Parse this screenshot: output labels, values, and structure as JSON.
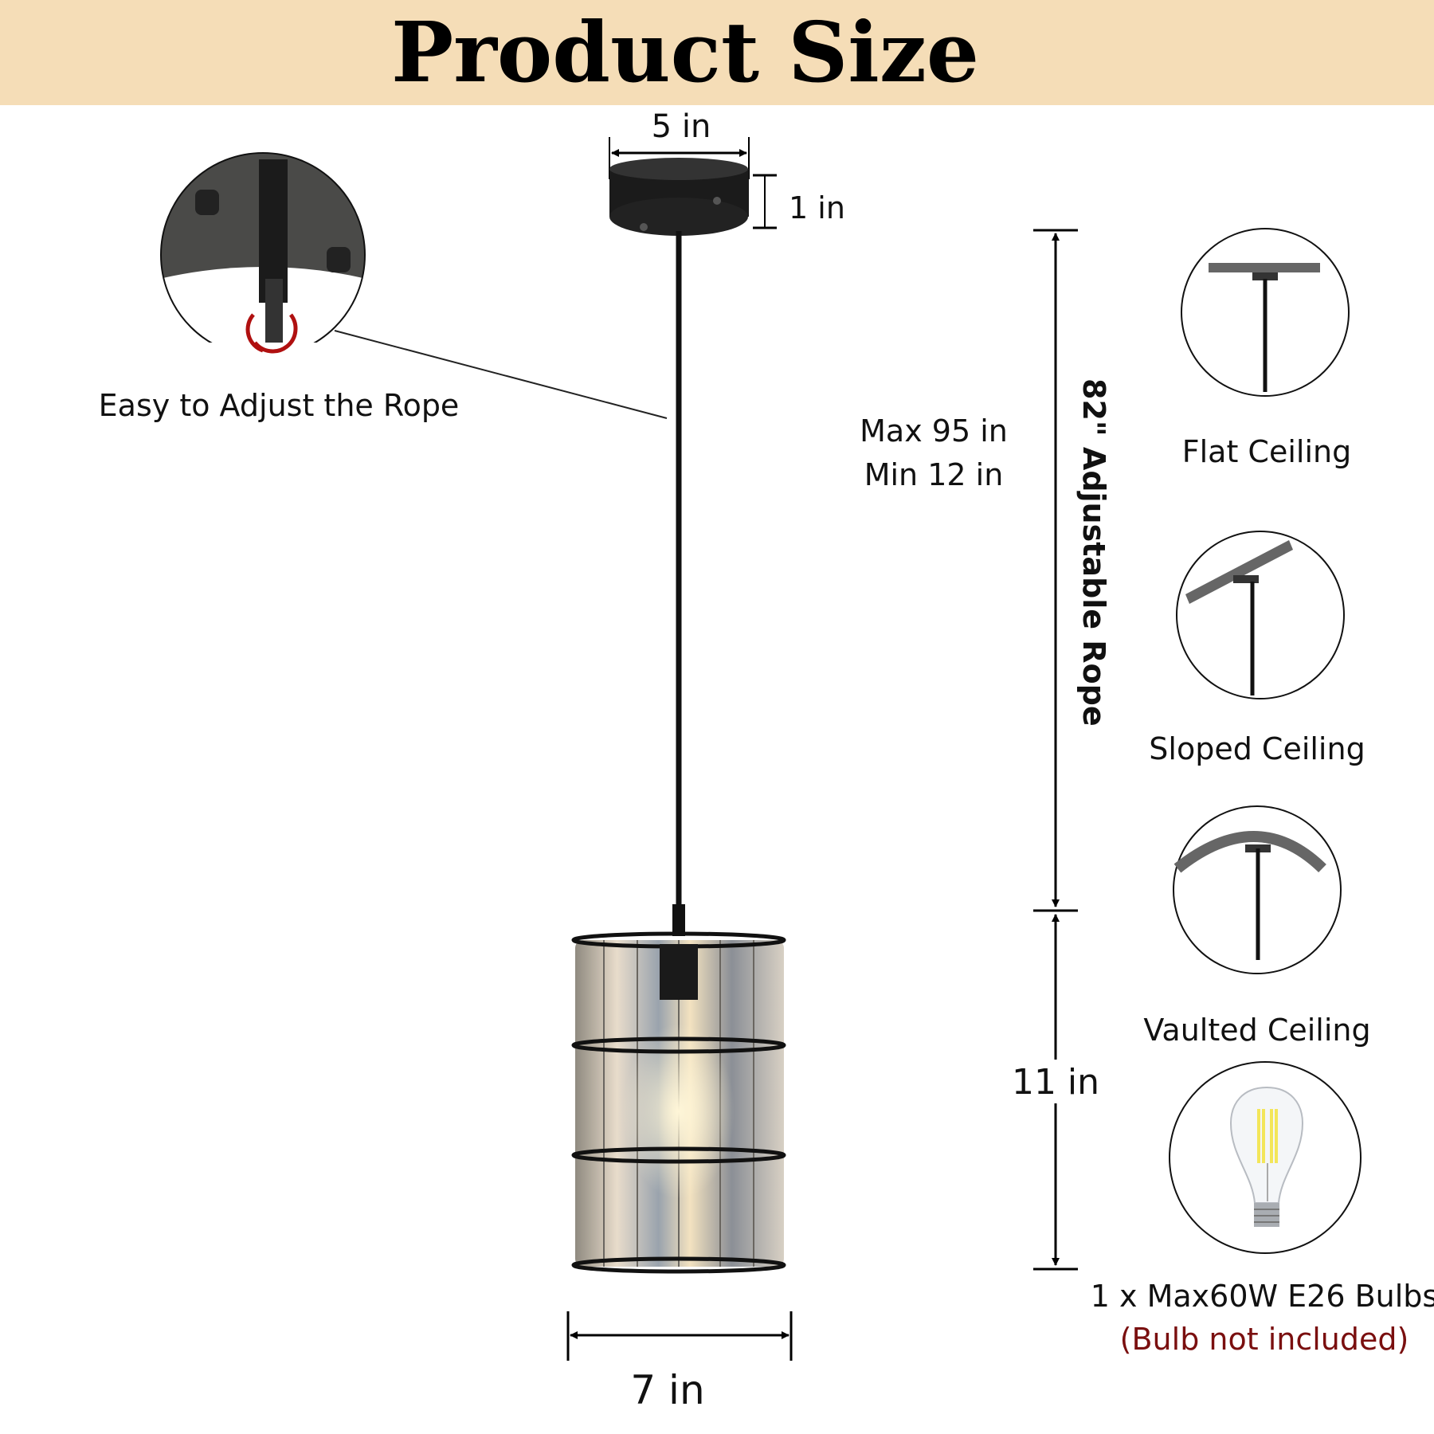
{
  "header": {
    "title": "Product Size",
    "background": "#f5ddb7"
  },
  "dimensions": {
    "canopy_width": "5 in",
    "canopy_height": "1 in",
    "shade_width": "7 in",
    "shade_height": "11 in",
    "rope_max": "Max 95 in",
    "rope_min": "Min 12 in",
    "adjustable_rope": "82\" Adjustable Rope"
  },
  "inset": {
    "caption": "Easy to Adjust the Rope",
    "arrow_color": "#b01010"
  },
  "ceilings": [
    {
      "label": "Flat Ceiling"
    },
    {
      "label": "Sloped Ceiling"
    },
    {
      "label": "Vaulted Ceiling"
    }
  ],
  "bulb": {
    "spec": "1 x Max60W E26 Bulbs",
    "note": "(Bulb not included)",
    "note_color": "#7a0f0f"
  }
}
